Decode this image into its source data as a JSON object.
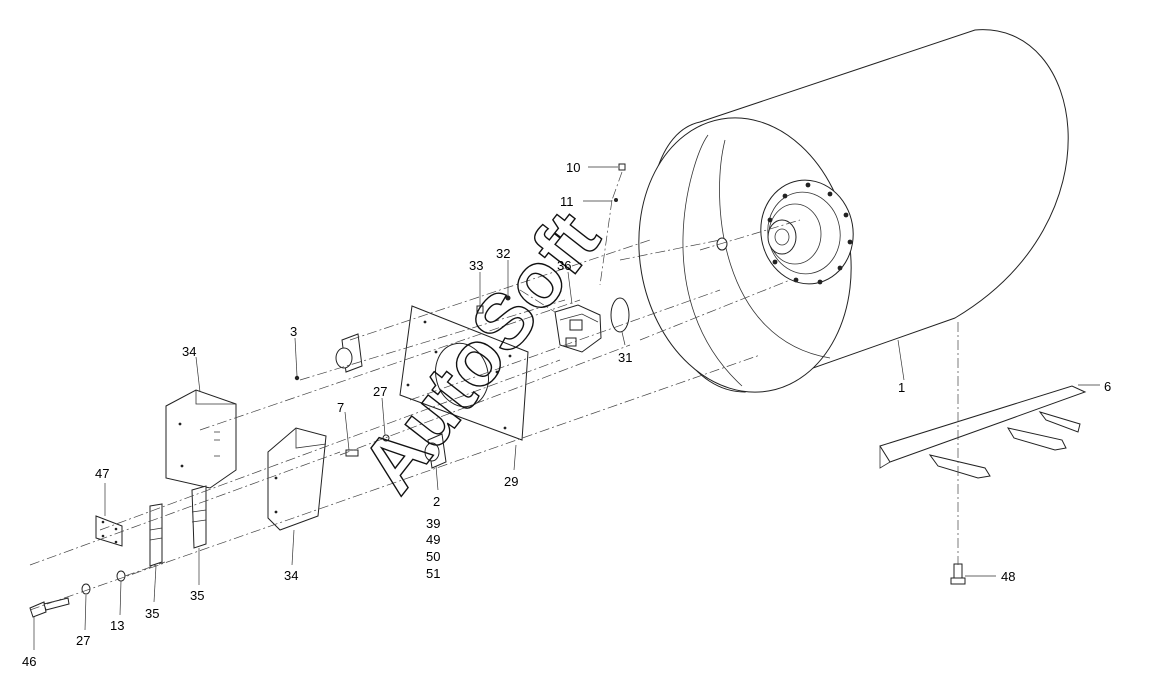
{
  "watermark": "AutoSoft",
  "callouts": {
    "c1": "1",
    "c2": "2",
    "c3": "3",
    "c6": "6",
    "c7": "7",
    "c10": "10",
    "c11": "11",
    "c13": "13",
    "c27a": "27",
    "c27b": "27",
    "c29": "29",
    "c31": "31",
    "c32": "32",
    "c33": "33",
    "c34a": "34",
    "c34b": "34",
    "c35a": "35",
    "c35b": "35",
    "c36": "36",
    "c39": "39",
    "c46": "46",
    "c47": "47",
    "c48": "48",
    "c49": "49",
    "c50": "50",
    "c51": "51"
  }
}
